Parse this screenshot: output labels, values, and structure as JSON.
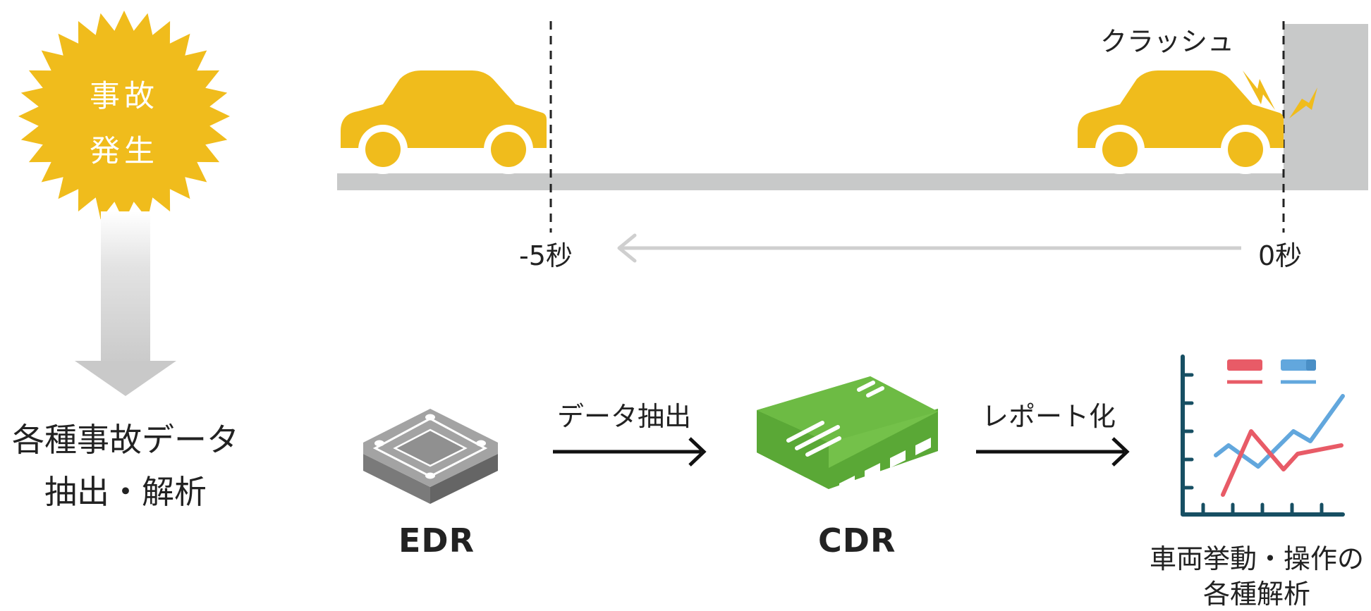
{
  "accident": {
    "burst_line1": "事故",
    "burst_line2": "発生",
    "caption_line1": "各種事故データ",
    "caption_line2": "抽出・解析"
  },
  "timeline": {
    "crash_label": "クラッシュ",
    "minus5_label": "-5秒",
    "zero_label": "0秒"
  },
  "flow": {
    "step1_label": "データ抽出",
    "step2_label": "レポート化",
    "edr_label": "EDR",
    "cdr_label": "CDR",
    "result_line1": "車両挙動・操作の",
    "result_line2": "各種解析"
  },
  "colors": {
    "yellow": "#F0BC1C",
    "green": "#6DBB44",
    "gray": "#C8C9C9",
    "red": "#E85B67",
    "blue": "#62A7DD",
    "axis": "#174F63"
  }
}
